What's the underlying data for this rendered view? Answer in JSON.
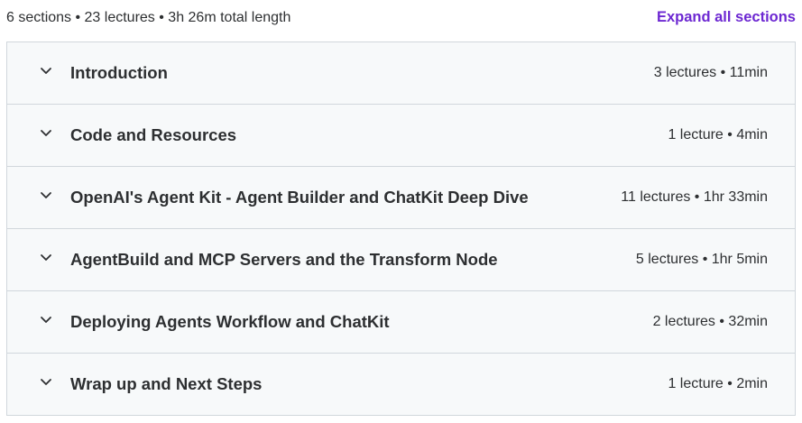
{
  "summary": {
    "text": "6 sections • 23 lectures • 3h 26m total length",
    "expand_label": "Expand all sections"
  },
  "colors": {
    "accent": "#6d28d2",
    "section_bg": "#f7f9fa",
    "border": "#d1d7dc",
    "text": "#2d2f31"
  },
  "sections": [
    {
      "title": "Introduction",
      "meta": "3 lectures • 11min",
      "icon": "chevron-down-icon"
    },
    {
      "title": "Code and Resources",
      "meta": "1 lecture • 4min",
      "icon": "chevron-down-icon"
    },
    {
      "title": "OpenAI's Agent Kit - Agent Builder and ChatKit Deep Dive",
      "meta": "11 lectures • 1hr 33min",
      "icon": "chevron-down-icon"
    },
    {
      "title": "AgentBuild and MCP Servers and the Transform Node",
      "meta": "5 lectures • 1hr 5min",
      "icon": "chevron-down-icon"
    },
    {
      "title": "Deploying Agents Workflow and ChatKit",
      "meta": "2 lectures • 32min",
      "icon": "chevron-down-icon"
    },
    {
      "title": "Wrap up and Next Steps",
      "meta": "1 lecture • 2min",
      "icon": "chevron-down-icon"
    }
  ]
}
